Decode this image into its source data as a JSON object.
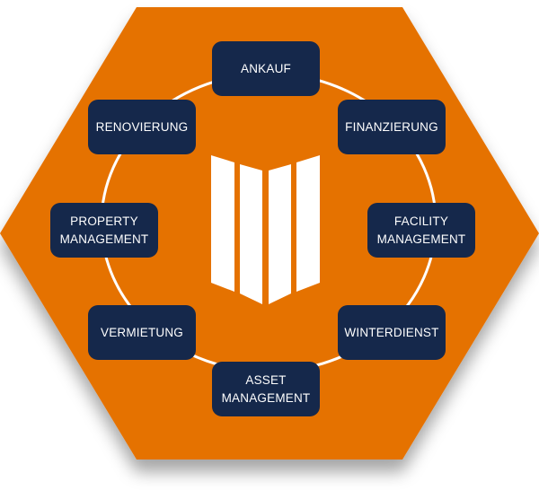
{
  "colors": {
    "hexagon": "#e57200",
    "box": "#15284b",
    "ring": "#ffffff",
    "logo": "#ffffff"
  },
  "center_logo": "building-bars-logo",
  "services": [
    {
      "label": "ANKAUF"
    },
    {
      "label": "FINANZIERUNG"
    },
    {
      "label": "FACILITY\nMANAGEMENT"
    },
    {
      "label": "WINTERDIENST"
    },
    {
      "label": "ASSET\nMANAGEMENT"
    },
    {
      "label": "VERMIETUNG"
    },
    {
      "label": "PROPERTY\nMANAGEMENT"
    },
    {
      "label": "RENOVIERUNG"
    }
  ]
}
